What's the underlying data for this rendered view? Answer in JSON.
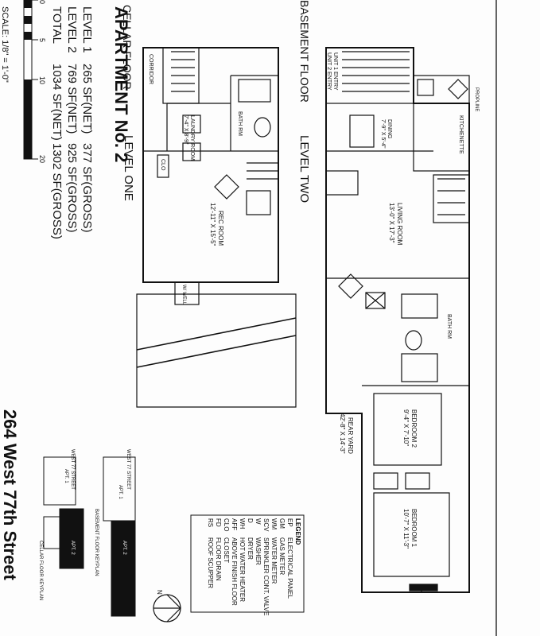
{
  "apartment": {
    "title": "APARTMENT No. 2"
  },
  "areas": {
    "rows": [
      {
        "label": "LEVEL 1",
        "net": "265 SF(NET)",
        "gross": "377 SF(GROSS)"
      },
      {
        "label": "LEVEL 2",
        "net": "769 SF(NET)",
        "gross": "925 SF(GROSS)"
      },
      {
        "label": "TOTAL",
        "net": "1034 SF(NET)",
        "gross": "1302 SF(GROSS)"
      }
    ]
  },
  "scale": {
    "label": "SCALE: 1/8\" = 1'-0\"",
    "ticks": [
      "0",
      "5",
      "10",
      "20"
    ]
  },
  "levels": {
    "level_one": {
      "title": "LEVEL ONE",
      "floor": "CELLAR FLOOR"
    },
    "level_two": {
      "title": "LEVEL TWO",
      "floor": "BASEMENT FLOOR"
    }
  },
  "rooms": {
    "corridor": "CORRIDOR",
    "laundry": {
      "name": "LAUNDRY ROOM",
      "dims": "7'-4\" X 8'-9\""
    },
    "bath1": "BATH RM",
    "rec": {
      "name": "REC ROOM",
      "dims": "12'-11\" X 15'-5\""
    },
    "clo": "CLO",
    "vent": "W/ WELL",
    "kitchenette": "KITCHENETTE",
    "dining": {
      "name": "DINING",
      "dims": "7'-9\" X 5'-4\""
    },
    "living": {
      "name": "LIVING ROOM",
      "dims": "13'-0\" X 17'-3\""
    },
    "bath2": "BATH RM",
    "bedroom2": {
      "name": "BEDROOM 2",
      "dims": "9'-4\" X 7'-10\""
    },
    "rear_yard": {
      "name": "REAR YARD",
      "dims": "42'-8\" X 14'-3\""
    },
    "bedroom1": {
      "name": "BEDROOM 1",
      "dims": "10'-7\" X 11'-3\""
    },
    "unit_entry_1": "UNIT 1 ENTRY",
    "unit_entry_2": "UNIT 2 ENTRY",
    "propline": "PROPLINE"
  },
  "street": {
    "address": "264 West 77th Street",
    "west_street": "WEST 77 STREET"
  },
  "keyplans": {
    "cellar": {
      "label": "CELLAR FLOOR KEYPLAN",
      "apt1": "APT. 1",
      "apt2": "APT. 2"
    },
    "basement": {
      "label": "BASEMENT FLOOR KEYPLAN",
      "apt1": "APT. 1",
      "apt2": "APT. 2"
    }
  },
  "compass": {
    "label": "N"
  },
  "legend": {
    "title": "LEGEND",
    "items": [
      {
        "code": "EP",
        "desc": "ELECTRICAL PANEL"
      },
      {
        "code": "GM",
        "desc": "GAS METER"
      },
      {
        "code": "WM",
        "desc": "WATER METER"
      },
      {
        "code": "SCV",
        "desc": "SPRINKLER CONT. VALVE"
      },
      {
        "code": "W",
        "desc": "WASHER"
      },
      {
        "code": "D",
        "desc": "DRYER"
      },
      {
        "code": "WH",
        "desc": "HOT WATER HEATER"
      },
      {
        "code": "AFF",
        "desc": "ABOVE FINISH FLOOR"
      },
      {
        "code": "CLO",
        "desc": "CLOSET"
      },
      {
        "code": "FD",
        "desc": "FLOOR DRAIN"
      },
      {
        "code": "RS",
        "desc": "ROOF SCUPPER"
      }
    ]
  }
}
